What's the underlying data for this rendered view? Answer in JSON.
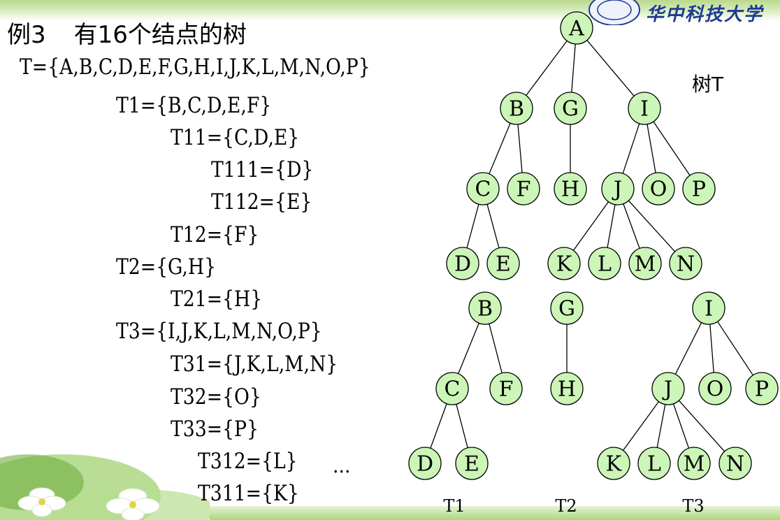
{
  "header": {
    "university": "华中科技大学"
  },
  "title": {
    "label": "例3",
    "text": "有16个结点的树"
  },
  "sets": [
    "T={A,B,C,D,E,F,G,H,I,J,K,L,M,N,O,P}",
    "T1={B,C,D,E,F}",
    "T11={C,D,E}",
    "T111={D}",
    "T112={E}",
    "T12={F}",
    "T2={G,H}",
    "T21={H}",
    "T3={I,J,K,L,M,N,O,P}",
    "T31={J,K,L,M,N}",
    "T32={O}",
    "T33={P}",
    "T312={L}",
    "T311={K}"
  ],
  "ellipsis": "...",
  "tree_label": "树T",
  "subtree_labels": [
    "T1",
    "T2",
    "T3"
  ],
  "colors": {
    "node_fill": "#ccf5b8",
    "node_stroke": "#000000",
    "edge": "#000000",
    "univ_text": "#1f3a93"
  },
  "main_tree": {
    "nodes": [
      "A",
      "B",
      "G",
      "I",
      "C",
      "F",
      "H",
      "J",
      "O",
      "P",
      "D",
      "E",
      "K",
      "L",
      "M",
      "N"
    ],
    "edges": [
      [
        "A",
        "B"
      ],
      [
        "A",
        "G"
      ],
      [
        "A",
        "I"
      ],
      [
        "B",
        "C"
      ],
      [
        "B",
        "F"
      ],
      [
        "G",
        "H"
      ],
      [
        "I",
        "J"
      ],
      [
        "I",
        "O"
      ],
      [
        "I",
        "P"
      ],
      [
        "C",
        "D"
      ],
      [
        "C",
        "E"
      ],
      [
        "J",
        "K"
      ],
      [
        "J",
        "L"
      ],
      [
        "J",
        "M"
      ],
      [
        "J",
        "N"
      ]
    ]
  },
  "subtrees": [
    {
      "name": "T1",
      "nodes": [
        "B",
        "C",
        "F",
        "D",
        "E"
      ],
      "edges": [
        [
          "B",
          "C"
        ],
        [
          "B",
          "F"
        ],
        [
          "C",
          "D"
        ],
        [
          "C",
          "E"
        ]
      ]
    },
    {
      "name": "T2",
      "nodes": [
        "G",
        "H"
      ],
      "edges": [
        [
          "G",
          "H"
        ]
      ]
    },
    {
      "name": "T3",
      "nodes": [
        "I",
        "J",
        "O",
        "P",
        "K",
        "L",
        "M",
        "N"
      ],
      "edges": [
        [
          "I",
          "J"
        ],
        [
          "I",
          "O"
        ],
        [
          "I",
          "P"
        ],
        [
          "J",
          "K"
        ],
        [
          "J",
          "L"
        ],
        [
          "J",
          "M"
        ],
        [
          "J",
          "N"
        ]
      ]
    }
  ]
}
